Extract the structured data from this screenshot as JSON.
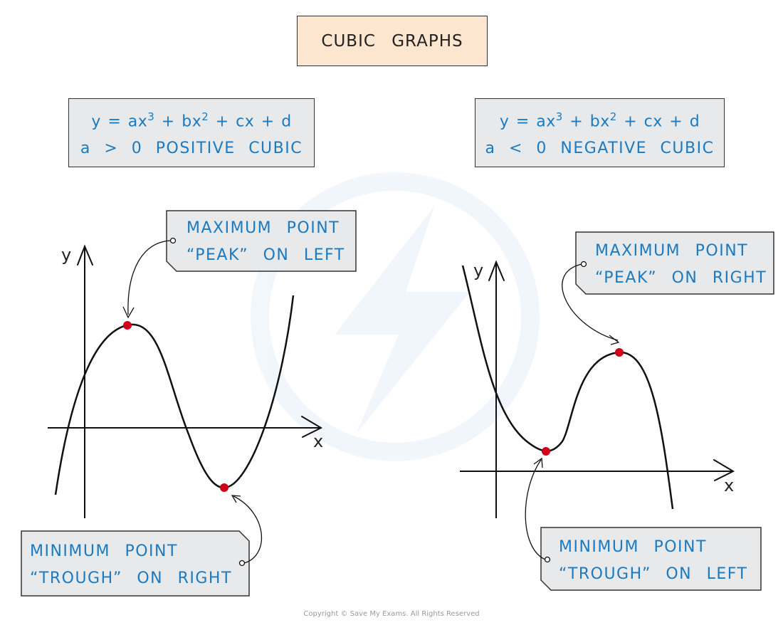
{
  "title": "CUBIC GRAPHS",
  "left_graph": {
    "equation_prefix": "y = ax",
    "equation_exp1": "3",
    "equation_mid": " + bx",
    "equation_exp2": "2",
    "equation_suffix": " + cx + d",
    "classification": "a > 0 POSITIVE CUBIC",
    "max_label_line1": "MAXIMUM POINT",
    "max_label_line2": "“PEAK” ON LEFT",
    "min_label_line1": "MINIMUM POINT",
    "min_label_line2": "“TROUGH” ON RIGHT",
    "x_axis": "x",
    "y_axis": "y"
  },
  "right_graph": {
    "equation_prefix": "y = ax",
    "equation_exp1": "3",
    "equation_mid": " + bx",
    "equation_exp2": "2",
    "equation_suffix": " + cx + d",
    "classification": "a < 0 NEGATIVE CUBIC",
    "max_label_line1": "MAXIMUM POINT",
    "max_label_line2": "“PEAK” ON RIGHT",
    "min_label_line1": "MINIMUM POINT",
    "min_label_line2": "“TROUGH” ON LEFT",
    "x_axis": "x",
    "y_axis": "y"
  },
  "copyright": "Copyright © Save My Exams. All Rights Reserved",
  "colors": {
    "label_text": "#1a7ac4",
    "label_box": "#e8e9ea",
    "title_box": "#fde6cf",
    "turning_point": "#d0021b",
    "curve": "#111111"
  }
}
